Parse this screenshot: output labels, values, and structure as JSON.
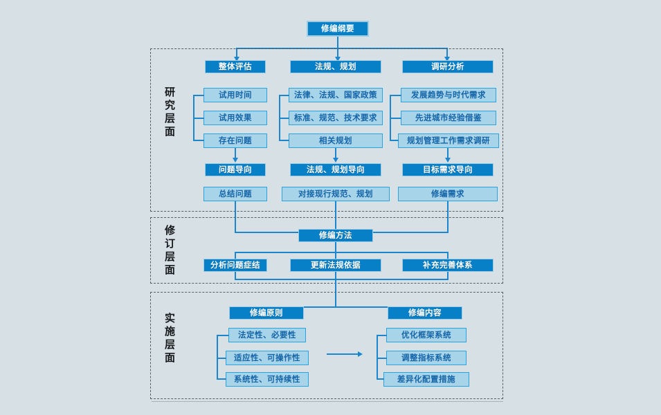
{
  "colors": {
    "background": "#d7e0e4",
    "dark_box_fill": "#0880c8",
    "dark_box_border": "#9ecbe4",
    "light_box_fill": "#a8d4ea",
    "light_box_border": "#29a3e0",
    "light_box_text": "#1465a8",
    "connector": "#1b86cb",
    "section_border": "#555e62",
    "layer_label_text": "#15181a"
  },
  "root": {
    "label": "修编纲要"
  },
  "sections": [
    {
      "id": "research",
      "layer_label": "研究层面",
      "columns": [
        {
          "id": "overall-assessment",
          "header": "整体评估",
          "items": [
            "试用时间",
            "试用效果",
            "存在问题"
          ],
          "orientation": "问题导向",
          "outcome": "总结问题"
        },
        {
          "id": "regulations-planning",
          "header": "法规、规划",
          "items": [
            "法律、法规、国家政策",
            "标准、规范、技术要求",
            "相关规划"
          ],
          "orientation": "法规、规划导向",
          "outcome": "对接现行规范、规划"
        },
        {
          "id": "research-analysis",
          "header": "调研分析",
          "items": [
            "发展趋势与时代需求",
            "先进城市经验借鉴",
            "规划管理工作需求调研"
          ],
          "orientation": "目标需求导向",
          "outcome": "修编需求"
        }
      ]
    },
    {
      "id": "revision",
      "layer_label": "修订层面",
      "header": "修编方法",
      "items": [
        "分析问题症结",
        "更新法规依据",
        "补充完善体系"
      ]
    },
    {
      "id": "implementation",
      "layer_label": "实施层面",
      "groups": [
        {
          "id": "revision-principles",
          "header": "修编原则",
          "items": [
            "法定性、必要性",
            "适应性、可操作性",
            "系统性、可持续性"
          ]
        },
        {
          "id": "revision-contents",
          "header": "修编内容",
          "items": [
            "优化框架系统",
            "调整指标系统",
            "差异化配置措施"
          ]
        }
      ],
      "flow_arrow": "arrow-right-icon"
    }
  ]
}
